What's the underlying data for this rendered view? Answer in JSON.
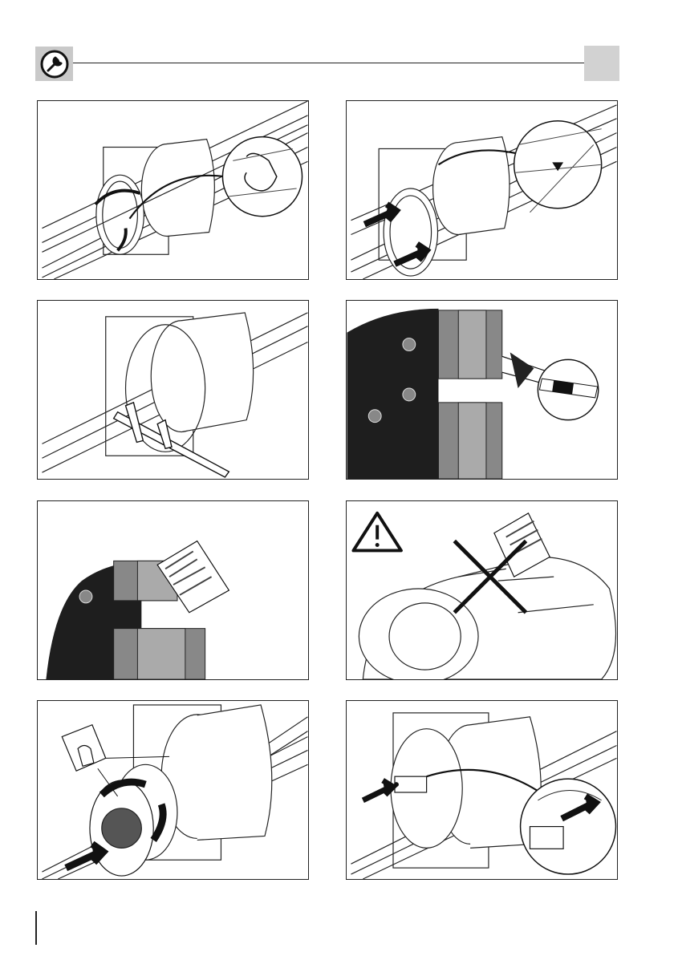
{
  "header": {
    "icon": "wrench-icon"
  },
  "panels": [
    {
      "id": "step-1",
      "icons": [
        "flange-icon",
        "ring-rotate-icon",
        "magnifier-icon"
      ]
    },
    {
      "id": "step-2",
      "icons": [
        "flange-icon",
        "push-arrow-icon",
        "magnifier-icon",
        "marker-triangle-icon"
      ]
    },
    {
      "id": "step-3",
      "icons": [
        "flange-icon",
        "caliper-icon"
      ]
    },
    {
      "id": "step-4",
      "icons": [
        "seal-cross-section-icon",
        "caliper-icon",
        "magnifier-icon"
      ]
    },
    {
      "id": "step-5",
      "icons": [
        "seal-cross-section-icon",
        "lubricant-tube-icon"
      ]
    },
    {
      "id": "step-6",
      "icons": [
        "warning-icon",
        "seal-icon",
        "lubricant-tube-icon",
        "prohibited-cross-icon"
      ]
    },
    {
      "id": "step-7",
      "icons": [
        "cloth-hand-icon",
        "flange-icon",
        "ring-rotate-icon",
        "push-arrow-icon"
      ]
    },
    {
      "id": "step-8",
      "icons": [
        "flange-icon",
        "plug-icon",
        "push-arrow-icon",
        "magnifier-icon"
      ]
    }
  ],
  "colors": {
    "header_icon_bg": "#c9c9c9",
    "header_box_bg": "#d2d2d2",
    "seal_dark": "#1e1e1e",
    "line": "#222222"
  }
}
